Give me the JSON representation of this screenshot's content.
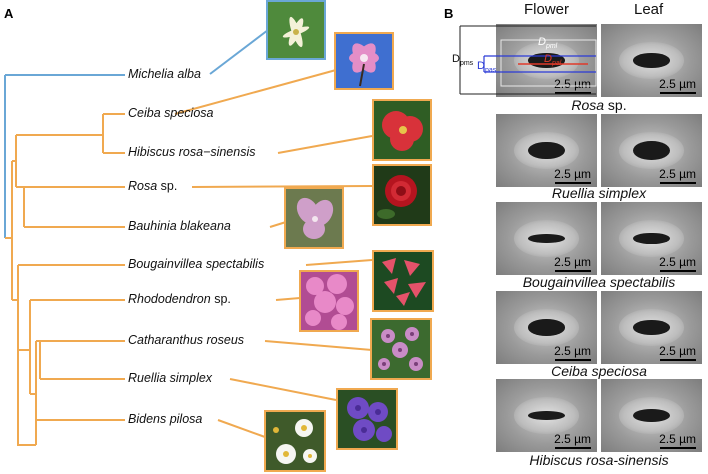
{
  "panel_a": {
    "label": "A",
    "species": [
      {
        "name": "Michelia alba",
        "suffix": ""
      },
      {
        "name": "Ceiba speciosa",
        "suffix": ""
      },
      {
        "name": "Hibiscus rosa−sinensis",
        "suffix": ""
      },
      {
        "name": "Rosa",
        "suffix": " sp."
      },
      {
        "name": "Bauhinia blakeana",
        "suffix": ""
      },
      {
        "name": "Bougainvillea spectabilis",
        "suffix": ""
      },
      {
        "name": "Rhododendron",
        "suffix": " sp."
      },
      {
        "name": "Catharanthus roseus",
        "suffix": ""
      },
      {
        "name": "Ruellia simplex",
        "suffix": ""
      },
      {
        "name": "Bidens pilosa",
        "suffix": ""
      }
    ],
    "colors": {
      "outgroup": "#6aa7d6",
      "ingroup": "#f0a950"
    }
  },
  "panel_b": {
    "label": "B",
    "col_flower": "Flower",
    "col_leaf": "Leaf",
    "scale_text": "2.5 µm",
    "measure": {
      "d": "D",
      "pms": "pms",
      "pml": "pml",
      "pal": "pal",
      "pas": "pas"
    },
    "rows": [
      {
        "name": "Rosa",
        "suffix": " sp."
      },
      {
        "name": "Ruellia simplex",
        "suffix": ""
      },
      {
        "name": "Bougainvillea spectabilis",
        "suffix": ""
      },
      {
        "name": "Ceiba speciosa",
        "suffix": ""
      },
      {
        "name": "Hibiscus rosa-sinensis",
        "suffix": ""
      }
    ]
  }
}
